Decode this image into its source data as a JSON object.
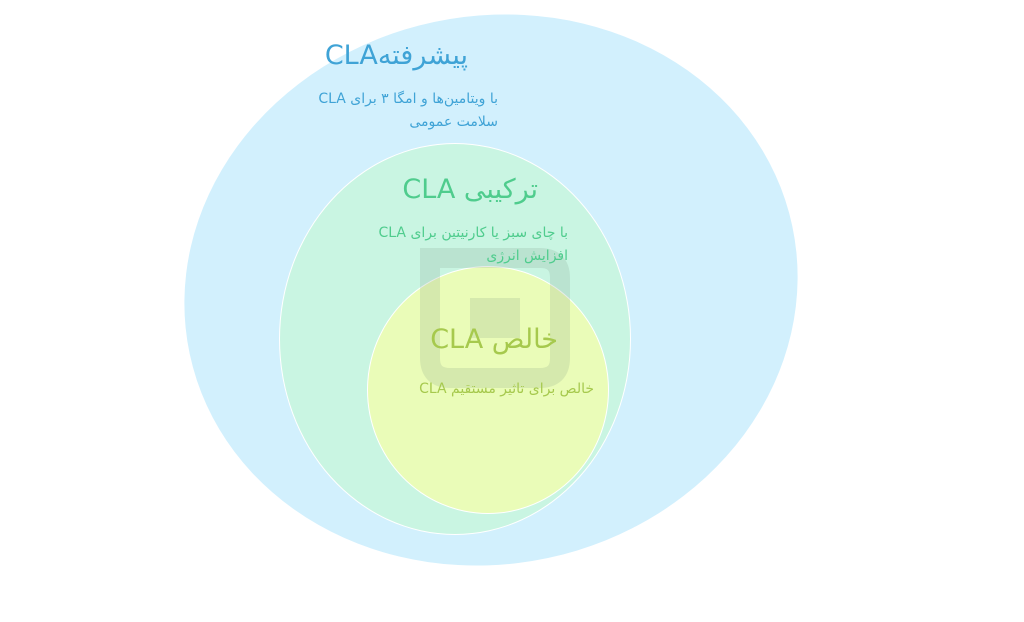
{
  "diagram": {
    "outer": {
      "title": "پیشرفتهCLA",
      "lines": [
        "با ویتامین‌ها و امگا ۳ برای CLA",
        "سلامت عمومی"
      ],
      "color": "#3fa3d6",
      "fill": "#d2f0fd"
    },
    "middle": {
      "title": "ترکیبی CLA",
      "lines": [
        "با چای سبز یا کارنیتین برای CLA",
        "افزایش انرژی"
      ],
      "color": "#4fcc8d",
      "fill": "#c9f5e2"
    },
    "inner": {
      "title": "خالص CLA",
      "lines": [
        "خالص برای تاثیر مستقیم CLA"
      ],
      "color": "#a6c94d",
      "fill": "#eafcb8"
    }
  }
}
